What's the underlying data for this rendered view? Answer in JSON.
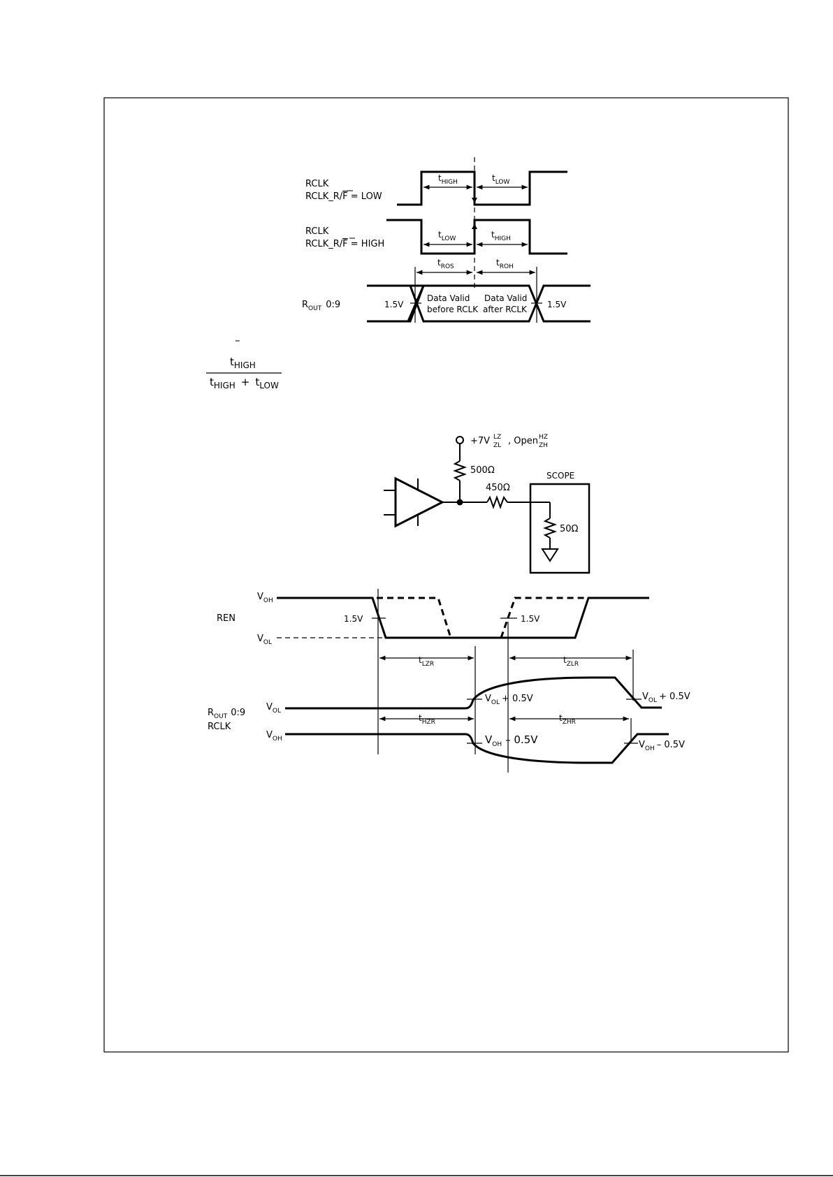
{
  "fig1": {
    "rclk_a": "RCLK",
    "rclk_low_cond_1": "RCLK",
    "rclk_low_cond_2": "_R/",
    "rclk_low_cond_f": "F",
    "rclk_low_cond_3": " = LOW",
    "rclk_b": "RCLK",
    "rclk_high_cond_1": "RCLK",
    "rclk_high_cond_2": "_R/",
    "rclk_high_cond_f": "F",
    "rclk_high_cond_3": " = HIGH",
    "rout_label": "R",
    "rout_sub": "OUT",
    "rout_bits": "0:9",
    "t": "t",
    "high": "HIGH",
    "low": "LOW",
    "ros": "ROS",
    "roh": "ROH",
    "v15": "1.5V",
    "dv_before_1": "Data Valid",
    "dv_before_2": "before RCLK",
    "dv_after_1": "Data Valid",
    "dv_after_2": "after RCLK"
  },
  "formula": {
    "dash": "–",
    "num_t": "t",
    "num_sub": "HIGH",
    "den_t1": "t",
    "den_sub1": "HIGH",
    "plus": "+",
    "den_t2": "t",
    "den_sub2": "LOW"
  },
  "circuit": {
    "supply": "+7V",
    "lz": "LZ",
    "zl": "ZL",
    "open": ", Open",
    "hz": "HZ",
    "zh": "ZH",
    "r500": "500Ω",
    "r450": "450Ω",
    "scope": "SCOPE",
    "r50": "50Ω"
  },
  "fig3": {
    "v": "V",
    "oh": "OH",
    "ol": "OL",
    "ren": "REN",
    "v15": "1.5V",
    "t": "t",
    "lzr": "LZR",
    "zlr": "ZLR",
    "hzr": "HZR",
    "zhr": "ZHR",
    "rout": "R",
    "rout_sub": "OUT",
    "rout_bits": "0:9",
    "rclk": "RCLK",
    "plus05": "+ 0.5V",
    "minus05": "– 0.5V"
  }
}
